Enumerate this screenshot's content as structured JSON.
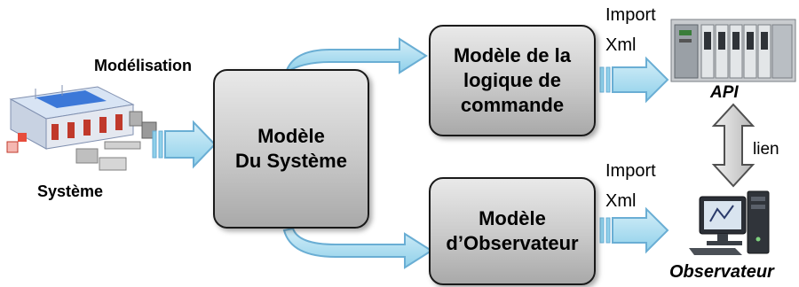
{
  "labels": {
    "modelisation": "Modélisation",
    "systeme": "Système",
    "import_top": "Import",
    "xml_top": "Xml",
    "import_bottom": "Import",
    "xml_bottom": "Xml",
    "api": "API",
    "lien": "lien",
    "observateur": "Observateur"
  },
  "boxes": {
    "system_model": [
      "Modèle",
      "Du Système"
    ],
    "control_logic_model": [
      "Modèle de la",
      "logique de",
      "commande"
    ],
    "observer_model": [
      "Modèle",
      "d’Observateur"
    ]
  },
  "icons": {
    "system": "factory-system-icon",
    "api": "plc-rack-icon",
    "observateur": "computer-workstation-icon"
  },
  "colors": {
    "arrow_fill": "#a9dcef",
    "arrow_stroke": "#6aaed4",
    "box_top": "#e9e9e9",
    "box_bottom": "#a9a9a9"
  }
}
